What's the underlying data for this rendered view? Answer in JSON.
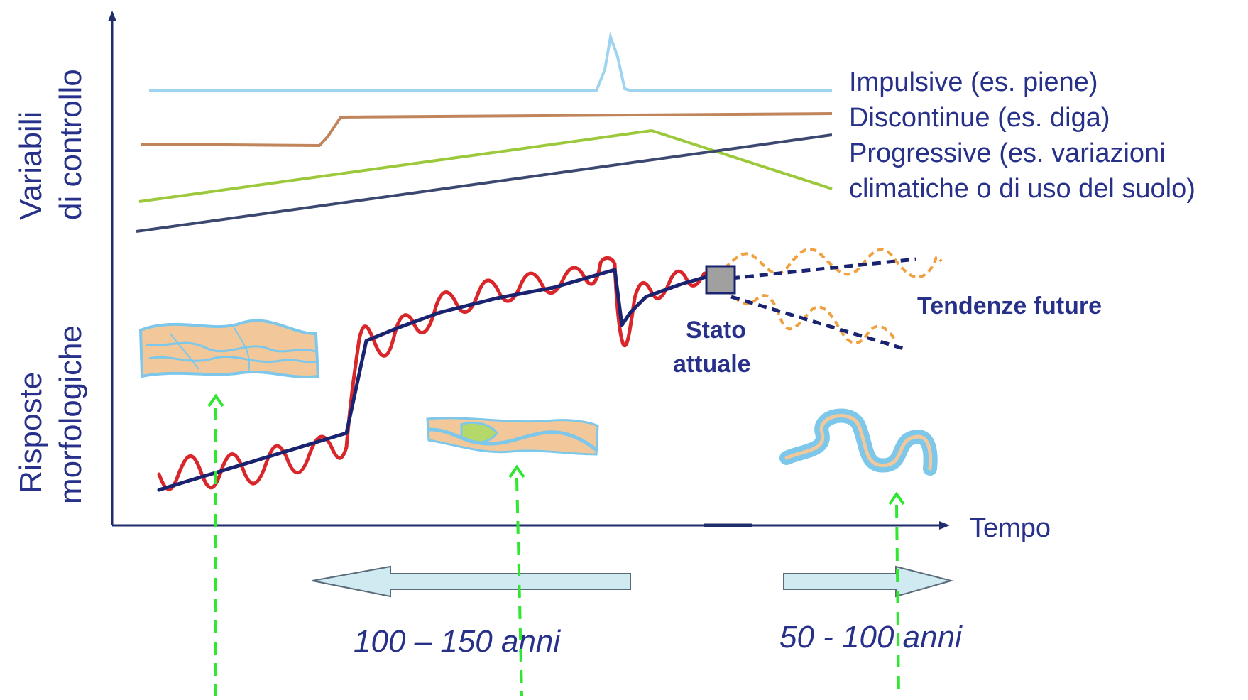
{
  "axes": {
    "y_top_label_line1": "Variabili",
    "y_top_label_line2": "di controllo",
    "y_bottom_label_line1": "Risposte",
    "y_bottom_label_line2": "morfologiche",
    "x_label": "Tempo"
  },
  "legend": {
    "impulsive": "Impulsive (es. piene)",
    "discontinue": "Discontinue (es. diga)",
    "progressive_line1": "Progressive (es. variazioni",
    "progressive_line2": "climatiche o di uso del suolo)"
  },
  "annotations": {
    "stato_line1": "Stato",
    "stato_line2": "attuale",
    "tendenze": "Tendenze future"
  },
  "time_ranges": {
    "past": "100 – 150 anni",
    "future": "50 - 100 anni"
  },
  "colors": {
    "axis": "#1f2d6b",
    "impulsive": "#9fd4f0",
    "discontinue": "#c0855a",
    "progressive_green": "#9cc93b",
    "progressive_navy": "#3c4870",
    "response_red": "#d8262a",
    "trend_navy": "#1a2370",
    "future_orange": "#f0a040",
    "marker_green": "#2ee830",
    "arrow_fill": "#cfeaf0",
    "channel_sand": "#f2c89a",
    "channel_water": "#7cc7ea",
    "bar_island": "#b5d86a",
    "state_box": "#a0a0a0"
  },
  "icons": {
    "braided": "braided-channel-icon",
    "wandering": "wandering-channel-icon",
    "meandering": "meandering-channel-icon"
  }
}
